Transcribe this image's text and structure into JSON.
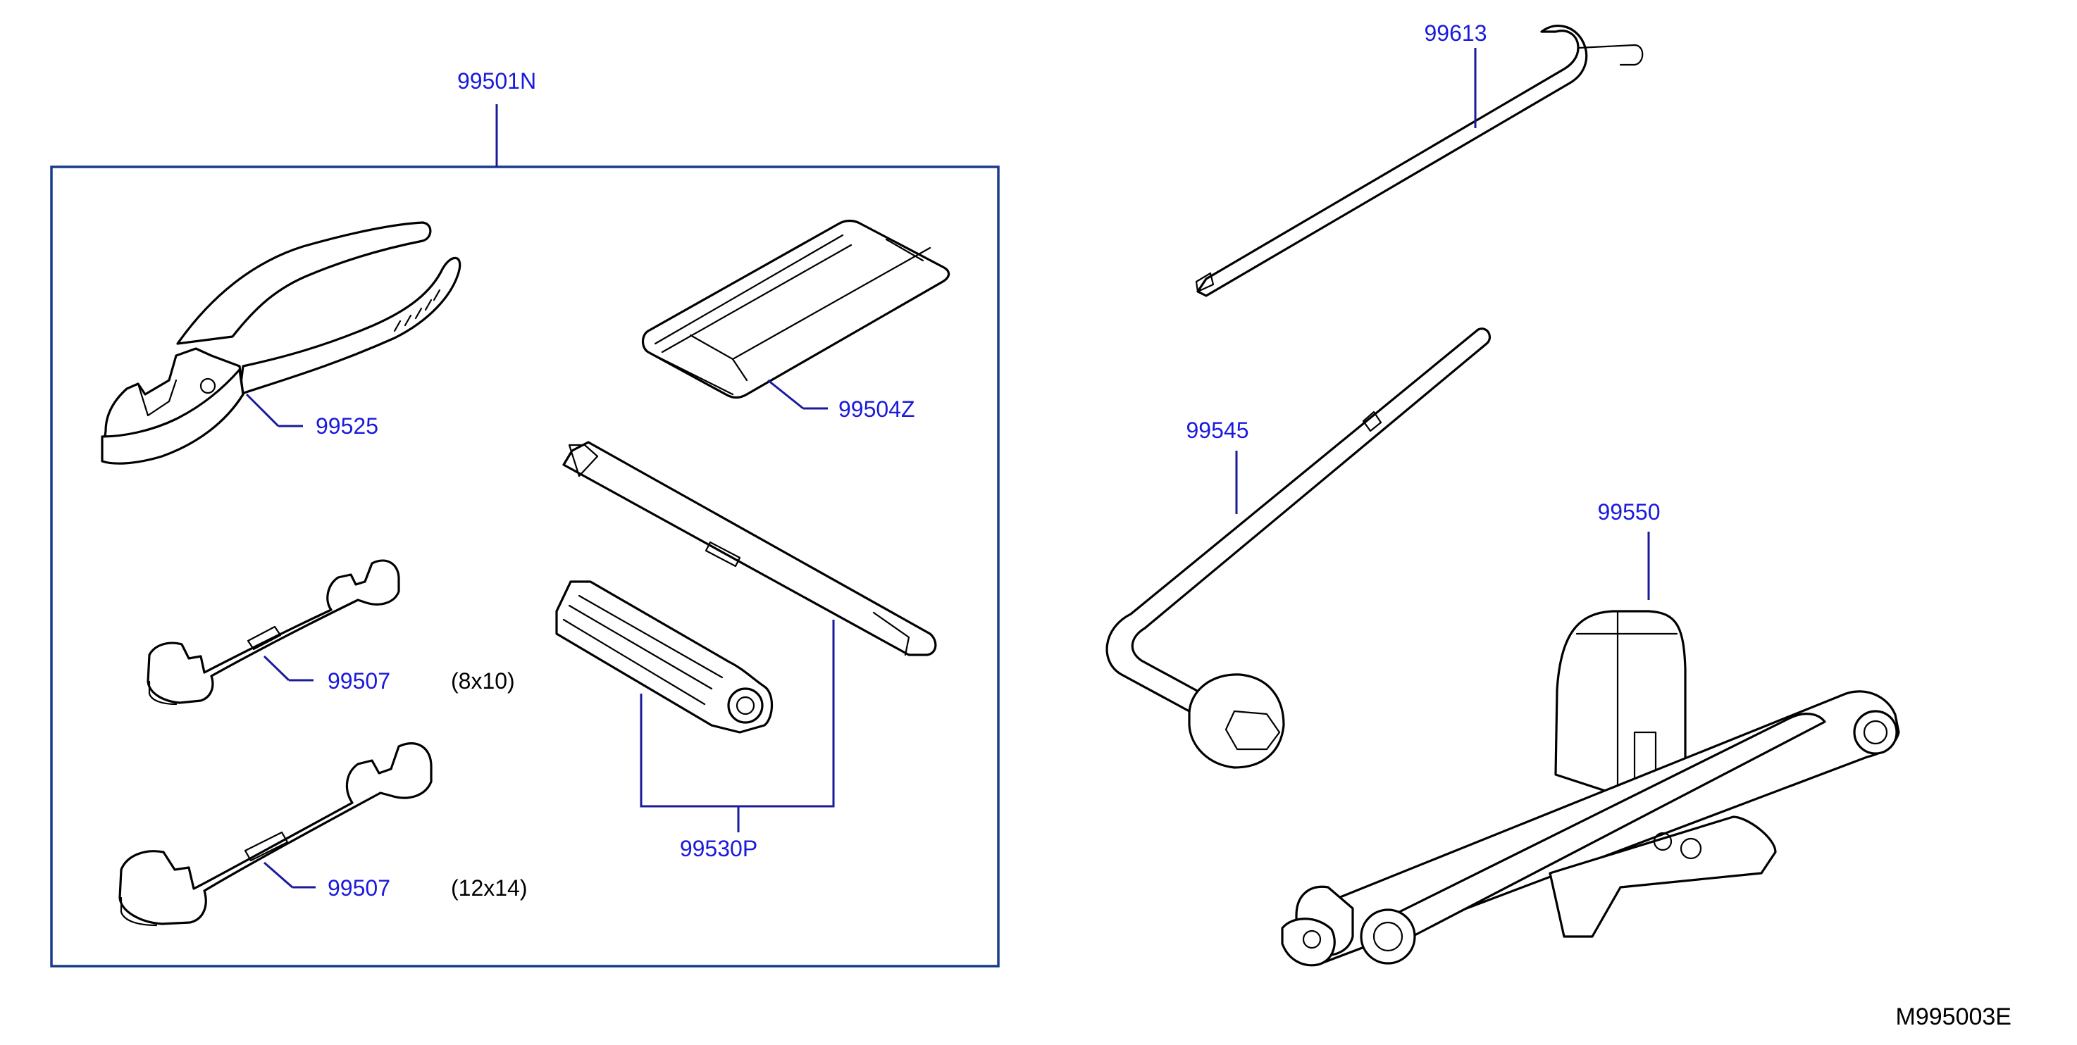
{
  "diagram": {
    "kit_label": "99501N",
    "drawing_code": "M995003E",
    "parts": {
      "pliers": "99525",
      "pouch": "99504Z",
      "wrench_small": "99507",
      "wrench_small_size": "(8x10)",
      "wrench_large": "99507",
      "wrench_large_size": "(12x14)",
      "screwdriver_set": "99530P",
      "hook_rod": "99613",
      "lug_wrench": "99545",
      "jack": "99550"
    }
  }
}
